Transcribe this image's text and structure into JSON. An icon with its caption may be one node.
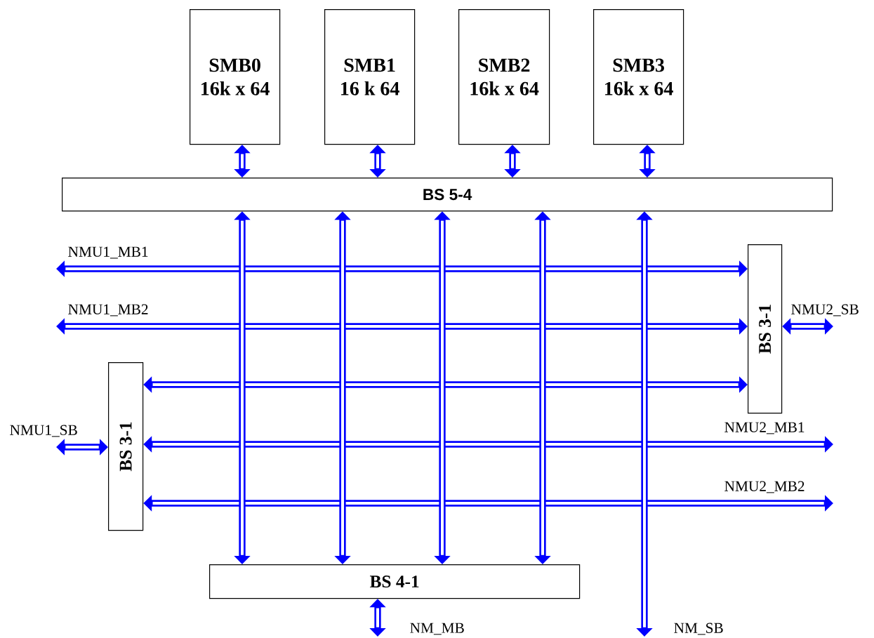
{
  "diagram": {
    "nodes": [
      {
        "text": [
          "SMB0",
          "16k x 64"
        ]
      },
      {
        "text": [
          "SMB1",
          "16 k 64"
        ]
      },
      {
        "text": [
          "SMB2",
          "16k x 64"
        ]
      },
      {
        "text": [
          "SMB3",
          "16k x 64"
        ]
      },
      {
        "text": [
          "BS 5-4"
        ]
      },
      {
        "text": [
          "BS 3-1"
        ]
      },
      {
        "text": [
          "BS 3-1"
        ]
      },
      {
        "text": [
          "BS 4-1"
        ]
      }
    ],
    "edges": [
      {
        "from": 0,
        "to": 4,
        "arrow": "both"
      },
      {
        "from": 1,
        "to": 4,
        "arrow": "both"
      },
      {
        "from": 2,
        "to": 4,
        "arrow": "both"
      },
      {
        "from": 3,
        "to": 4,
        "arrow": "both"
      },
      {
        "from": null,
        "to": 5,
        "arrow": "both",
        "label": "NMU1_MB1"
      },
      {
        "from": null,
        "to": 5,
        "arrow": "both",
        "label": "NMU1_MB2"
      },
      {
        "from": 6,
        "to": 5,
        "arrow": "both"
      },
      {
        "from": 6,
        "to": null,
        "arrow": "both",
        "label": "NMU2_MB1"
      },
      {
        "from": 6,
        "to": null,
        "arrow": "both",
        "label": "NMU2_MB2"
      },
      {
        "from": 5,
        "to": null,
        "arrow": "both",
        "label": "NMU2_SB"
      },
      {
        "from": null,
        "to": 6,
        "arrow": "both",
        "label": "NMU1_SB"
      },
      {
        "from": 4,
        "to": 7,
        "arrow": "both"
      },
      {
        "from": 4,
        "to": 7,
        "arrow": "both"
      },
      {
        "from": 4,
        "to": 7,
        "arrow": "both"
      },
      {
        "from": 4,
        "to": 7,
        "arrow": "both"
      },
      {
        "from": 4,
        "to": null,
        "arrow": "both",
        "label": "NM_SB"
      },
      {
        "from": 7,
        "to": null,
        "arrow": "both",
        "label": "NM_MB"
      }
    ]
  }
}
